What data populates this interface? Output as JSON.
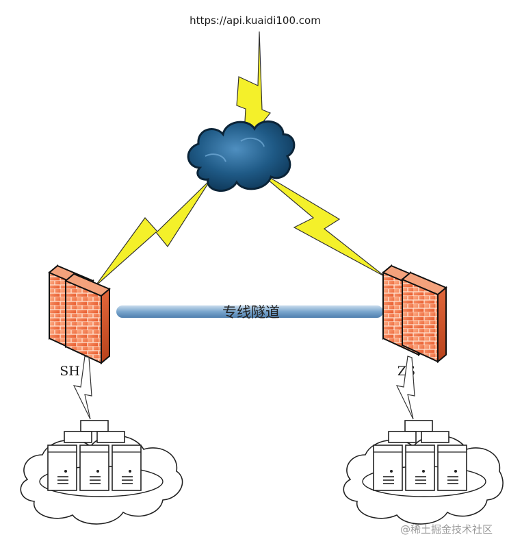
{
  "internet": {
    "url": "https://api.kuaidi100.com"
  },
  "tunnel": {
    "label": "专线隧道"
  },
  "sites": [
    {
      "name": "SH"
    },
    {
      "name": "ZS"
    }
  ],
  "watermark": "@稀土掘金技术社区",
  "colors": {
    "cloud": "#1f5a86",
    "lightning": "#f4f02a",
    "firewall": "#f06a3a",
    "tunnel": "#8fb6d8"
  },
  "icons": [
    "cloud-icon",
    "lightning-icon",
    "firewall-icon",
    "server-icon",
    "network-cloud-icon"
  ]
}
